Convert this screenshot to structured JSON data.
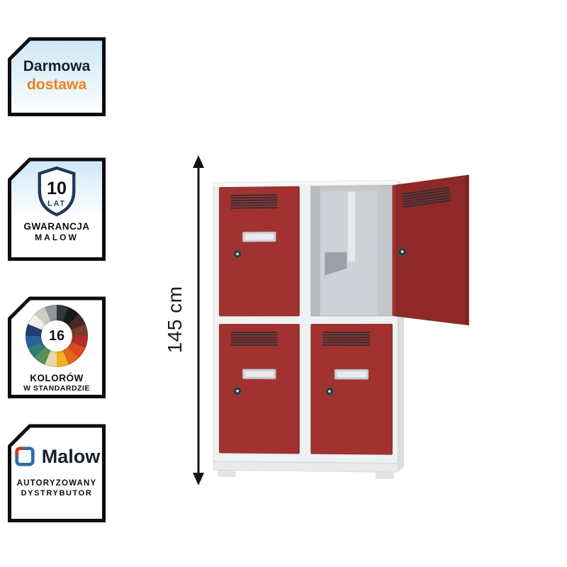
{
  "theme": {
    "page-bg": "#ffffff",
    "door-red": "#a23230",
    "door-red-dark": "#8e2927",
    "door-red-deep": "#7c2321",
    "cab-body": "#eff1f3",
    "cab-side": "#dbdee1",
    "vent": "#2e3134",
    "lock": "#33383d",
    "arrow": "#141414",
    "frame": "#0d0d0d",
    "badge-blue": "#cfe7f7",
    "accent-orange": "#e8821e",
    "logo-blue": "#2e6da4",
    "logo-red": "#c23b2e",
    "shield-navy": "#20395c"
  },
  "badges": {
    "free_delivery": {
      "line1": "Darmowa",
      "line2": "dostawa"
    },
    "warranty": {
      "years": "10",
      "years_unit": "LAT",
      "line1": "GWARANCJA",
      "line2": "MALOW"
    },
    "colors": {
      "count": "16",
      "line1": "KOLORÓW",
      "line2": "W STANDARDZIE",
      "wheel_colors": [
        "#33383c",
        "#17191c",
        "#46291f",
        "#7a3b2e",
        "#b02e25",
        "#d84a22",
        "#e2641f",
        "#efb31f",
        "#e6d8a8",
        "#5d8f57",
        "#2e7d74",
        "#2f5f9e",
        "#22406e",
        "#f2efe6",
        "#c9cfc4",
        "#8f979e"
      ]
    },
    "distributor": {
      "brand": "Malow",
      "line1": "AUTORYZOWANY",
      "line2": "DYSTRYBUTOR"
    }
  },
  "dimension": {
    "label": "145 cm"
  }
}
